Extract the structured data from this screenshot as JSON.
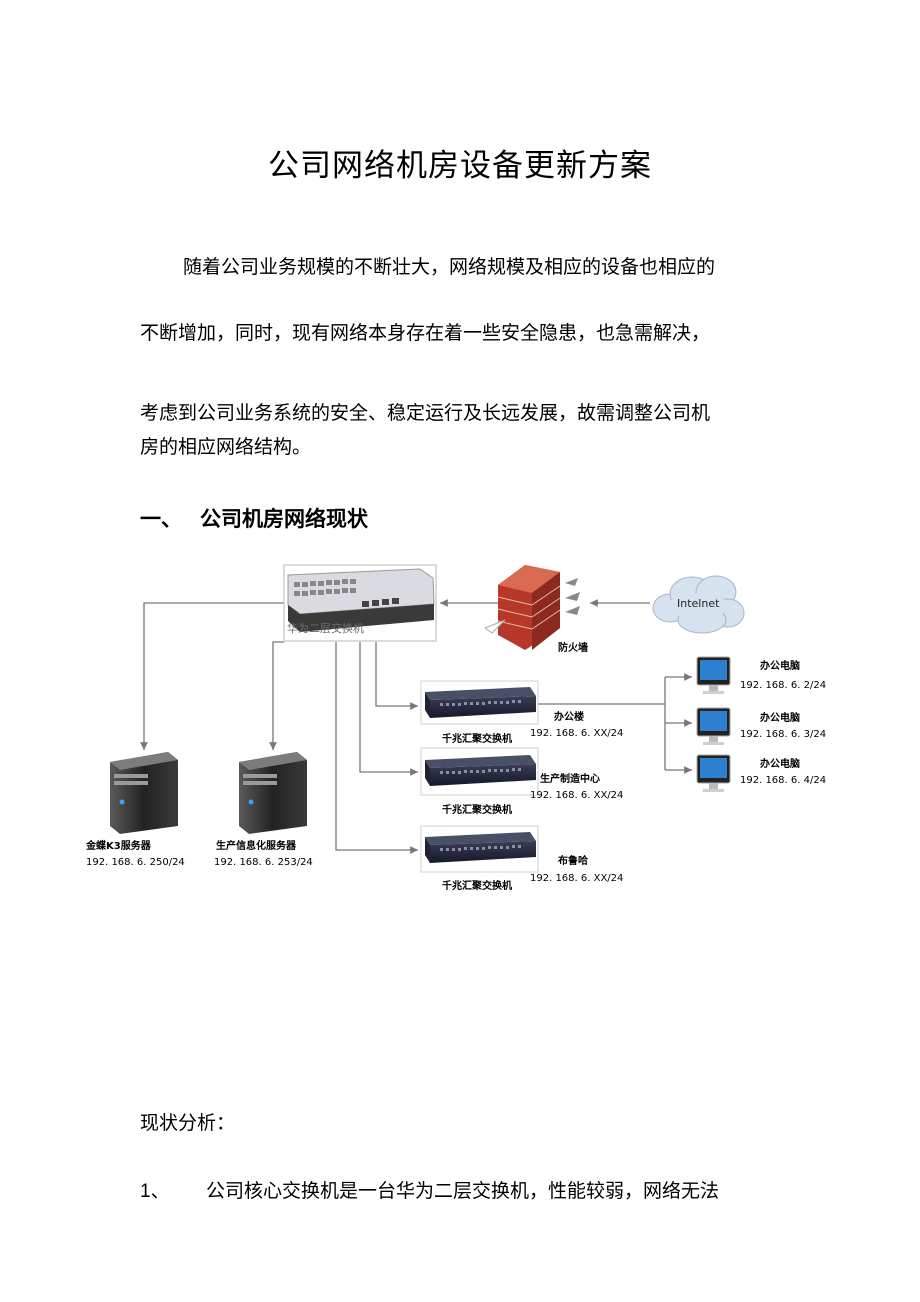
{
  "title": "公司网络机房设备更新方案",
  "intro": {
    "line1": "随着公司业务规模的不断壮大，网络规模及相应的设备也相应的",
    "line2": "不断增加，同时，现有网络本身存在着一些安全隐患，也急需解决，",
    "line3": "考虑到公司业务系统的安全、稳定运行及长远发展，故需调整公司机",
    "line4": "房的相应网络结构。"
  },
  "section1": {
    "number": "一、",
    "title": "公司机房网络现状"
  },
  "diagram": {
    "core_switch_label": "华为二层交换机",
    "firewall_label": "防火墙",
    "internet_label": "Intelnet",
    "agg_switches": [
      {
        "label": "千兆汇聚交换机",
        "site": "办公楼",
        "ip": "192. 168. 6. XX/24"
      },
      {
        "label": "千兆汇聚交换机",
        "site": "生产制造中心",
        "ip": "192. 168. 6. XX/24"
      },
      {
        "label": "千兆汇聚交换机",
        "site": "布鲁哈",
        "ip": "192. 168. 6. XX/24"
      }
    ],
    "servers": [
      {
        "label": "金蝶K3服务器",
        "ip": "192. 168. 6. 250/24"
      },
      {
        "label": "生产信息化服务器",
        "ip": "192. 168. 6. 253/24"
      }
    ],
    "pcs": [
      {
        "label": "办公电脑",
        "ip": "192. 168. 6. 2/24"
      },
      {
        "label": "办公电脑",
        "ip": "192. 168. 6. 3/24"
      },
      {
        "label": "办公电脑",
        "ip": "192. 168. 6. 4/24"
      }
    ]
  },
  "analysis_heading": "现状分析：",
  "list_item_1": {
    "number": "1、",
    "text": "公司核心交换机是一台华为二层交换机，性能较弱，网络无法"
  }
}
